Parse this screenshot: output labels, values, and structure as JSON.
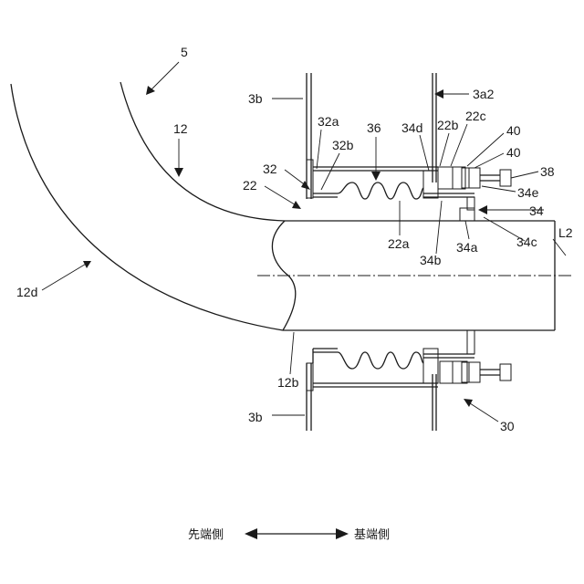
{
  "labels": {
    "l5": "5",
    "l3b_top": "3b",
    "l3a2": "3a2",
    "l12": "12",
    "l32a": "32a",
    "l36": "36",
    "l34d": "34d",
    "l22b": "22b",
    "l22c": "22c",
    "l40_a": "40",
    "l40_b": "40",
    "l32b": "32b",
    "l32": "32",
    "l38": "38",
    "l22": "22",
    "l34e": "34e",
    "l34": "34",
    "lL2": "L2",
    "l22a": "22a",
    "l34c": "34c",
    "l34b": "34b",
    "l34a": "34a",
    "l12d": "12d",
    "l12b": "12b",
    "l3b_bottom": "3b",
    "l30": "30"
  },
  "direction": {
    "left": "先端側",
    "right": "基端側"
  }
}
